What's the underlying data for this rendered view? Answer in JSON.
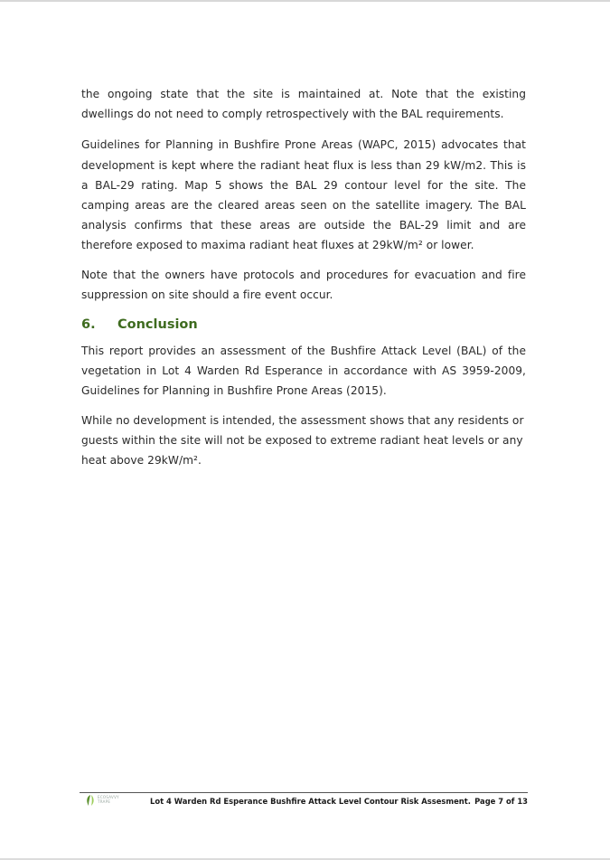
{
  "paragraphs": {
    "p1": "the ongoing state that the site is maintained at.  Note that the existing dwellings do not need to comply retrospectively with the BAL requirements.",
    "p2": "Guidelines for Planning in Bushfire Prone Areas (WAPC, 2015) advocates that development is kept where the radiant heat flux is less than 29 kW/m2. This is a BAL-29 rating. Map 5 shows the BAL 29 contour level for the site. The camping areas are the cleared areas seen on the satellite imagery. The BAL analysis confirms that these areas are outside the BAL-29 limit and are therefore exposed to maxima radiant heat fluxes at 29kW/m² or lower.",
    "p3": "Note that the owners have protocols and procedures for evacuation and fire suppression on site should a fire event occur."
  },
  "section": {
    "number": "6.",
    "title": "Conclusion"
  },
  "conclusion": {
    "p1": "This report provides an assessment of the Bushfire Attack Level (BAL) of the vegetation in Lot 4 Warden Rd Esperance in accordance with AS 3959-2009, Guidelines for Planning in Bushfire Prone Areas (2015).",
    "p2": "While no development is intended, the assessment shows that any residents or guests within the site will not be exposed to extreme radiant heat levels or any heat above 29kW/m²."
  },
  "footer": {
    "logo_icon": "leaf-logo-icon",
    "logo_text_line1": "ECOSAVVY",
    "logo_text_line2": "TRAPE",
    "title": "Lot 4 Warden Rd Esperance  Bushfire Attack Level Contour Risk Assesment.",
    "page": "Page 7 of 13"
  },
  "colors": {
    "heading": "#3e6b1f",
    "text": "#2a2a2a",
    "logo_green": "#5a8f2c"
  }
}
